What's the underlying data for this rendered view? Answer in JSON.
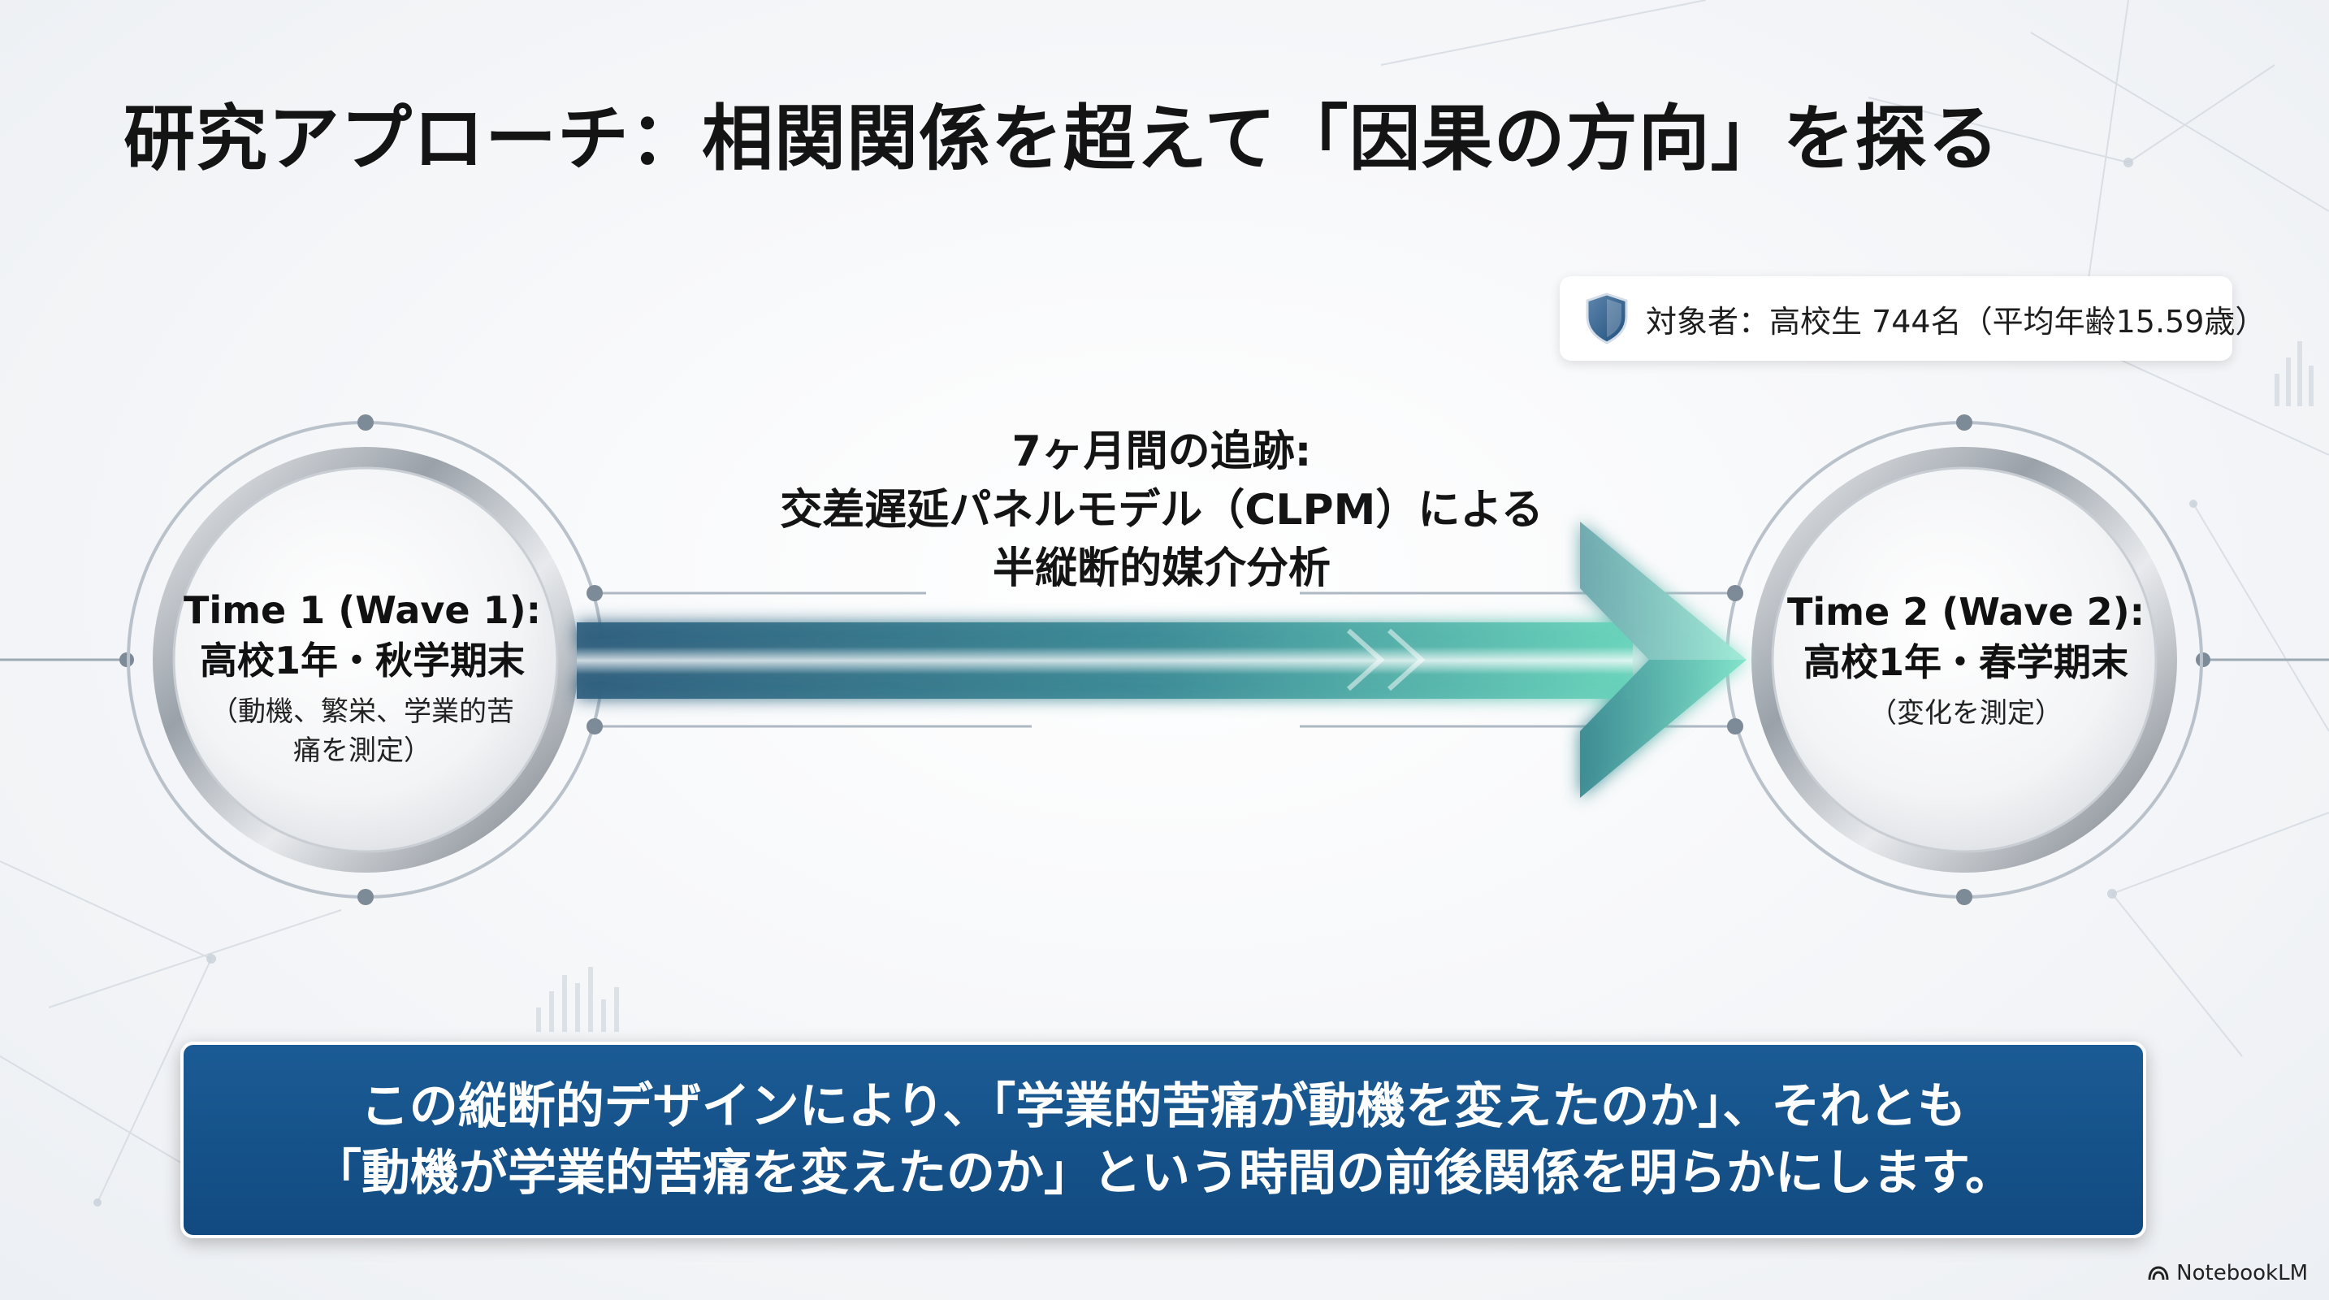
{
  "title": "研究アプローチ：相関関係を超えて「因果の方向」を探る",
  "subject_card": {
    "icon": "shield-icon",
    "text": "対象者：高校生 744名（平均年齢15.59歳）"
  },
  "time1": {
    "line1": "Time 1 (Wave 1):",
    "line2": "高校1年・秋学期末",
    "note": "（動機、繁栄、学業的苦痛を測定）"
  },
  "arrow": {
    "line1": "7ヶ月間の追跡:",
    "line2": "交差遅延パネルモデル（CLPM）による",
    "line3": "半縦断的媒介分析"
  },
  "time2": {
    "line1": "Time 2 (Wave 2):",
    "line2": "高校1年・春学期末",
    "note": "（変化を測定）"
  },
  "callout": {
    "line1": "この縦断的デザインにより、「学業的苦痛が動機を変えたのか」、それとも",
    "line2": "「動機が学業的苦痛を変えたのか」という時間の前後関係を明らかにします。"
  },
  "brand": {
    "name": "NotebookLM"
  },
  "colors": {
    "callout_bg": "#174f88",
    "arrow_glow": "#6fd8c0",
    "arrow_body": "#2f6f86"
  }
}
